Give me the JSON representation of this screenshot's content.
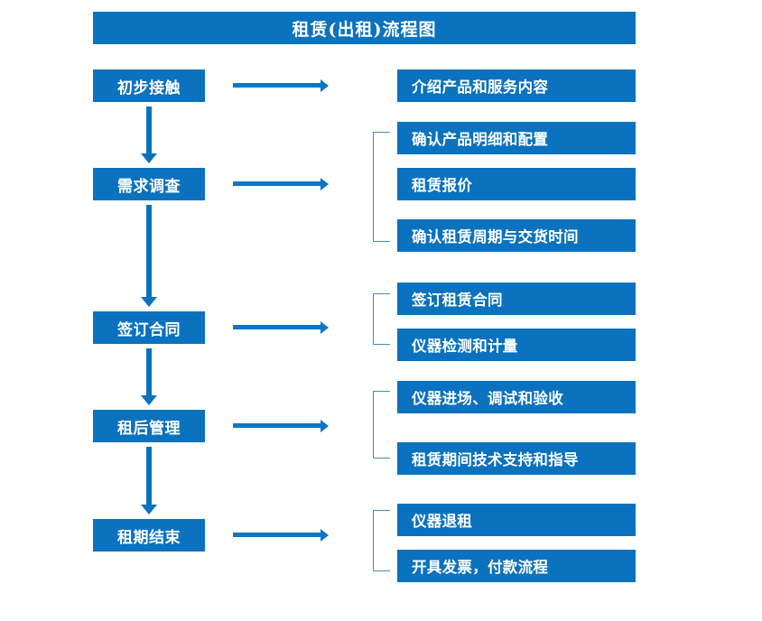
{
  "diagram": {
    "title": "租赁(出租)流程图",
    "brand_color": "#0a72bf",
    "arrow_color": "#0d76c5",
    "bracket_color": "#3c8dcd",
    "text_color": "#ffffff",
    "background_color": "#ffffff",
    "stages": [
      {
        "id": "stage-1",
        "label": "初步接触"
      },
      {
        "id": "stage-2",
        "label": "需求调查"
      },
      {
        "id": "stage-3",
        "label": "签订合同"
      },
      {
        "id": "stage-4",
        "label": "租后管理"
      },
      {
        "id": "stage-5",
        "label": "租期结束"
      }
    ],
    "groups": [
      {
        "stage_ref": "stage-1",
        "bracketed": false,
        "tasks": [
          {
            "label": "介绍产品和服务内容"
          }
        ]
      },
      {
        "stage_ref": "stage-2",
        "bracketed": true,
        "tasks": [
          {
            "label": "确认产品明细和配置"
          },
          {
            "label": "租赁报价"
          },
          {
            "label": "确认租赁周期与交货时间"
          }
        ]
      },
      {
        "stage_ref": "stage-3",
        "bracketed": true,
        "tasks": [
          {
            "label": "签订租赁合同"
          },
          {
            "label": "仪器检测和计量"
          }
        ]
      },
      {
        "stage_ref": "stage-4",
        "bracketed": true,
        "tasks": [
          {
            "label": "仪器进场、调试和验收"
          },
          {
            "label": "租赁期间技术支持和指导"
          }
        ]
      },
      {
        "stage_ref": "stage-5",
        "bracketed": true,
        "tasks": [
          {
            "label": "仪器退租"
          },
          {
            "label": "开具发票，付款流程"
          }
        ]
      }
    ],
    "flow_connectors": [
      {
        "from": "stage-1",
        "to": "stage-2",
        "kind": "down-arrow"
      },
      {
        "from": "stage-2",
        "to": "stage-3",
        "kind": "down-arrow"
      },
      {
        "from": "stage-3",
        "to": "stage-4",
        "kind": "down-arrow"
      },
      {
        "from": "stage-4",
        "to": "stage-5",
        "kind": "down-arrow"
      }
    ],
    "branch_connectors": [
      {
        "from": "stage-1",
        "kind": "right-arrow"
      },
      {
        "from": "stage-2",
        "kind": "right-arrow"
      },
      {
        "from": "stage-3",
        "kind": "right-arrow"
      },
      {
        "from": "stage-4",
        "kind": "right-arrow"
      },
      {
        "from": "stage-5",
        "kind": "right-arrow"
      }
    ]
  }
}
